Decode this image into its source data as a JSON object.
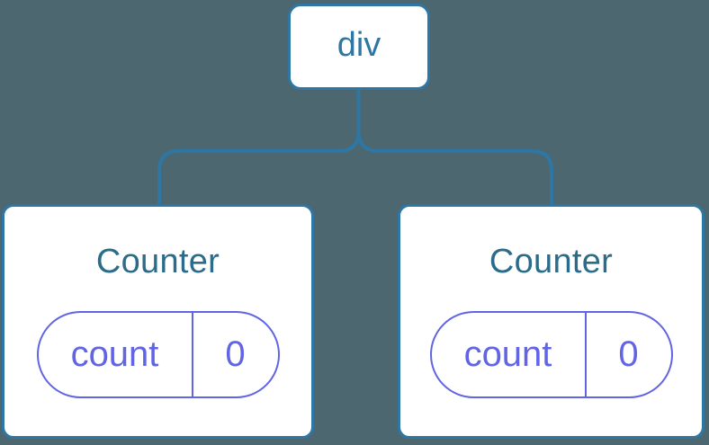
{
  "colors": {
    "background": "#4C6770",
    "connector": "#2E76A4",
    "node_border": "#2E76A4",
    "node_background": "#FFFFFF",
    "root_label_color": "#2E76A4",
    "component_title_color": "#2B6C8B",
    "state_color": "#6164E4"
  },
  "tree": {
    "root": {
      "label": "div"
    },
    "children": [
      {
        "title": "Counter",
        "state": {
          "key": "count",
          "value": "0"
        }
      },
      {
        "title": "Counter",
        "state": {
          "key": "count",
          "value": "0"
        }
      }
    ]
  }
}
